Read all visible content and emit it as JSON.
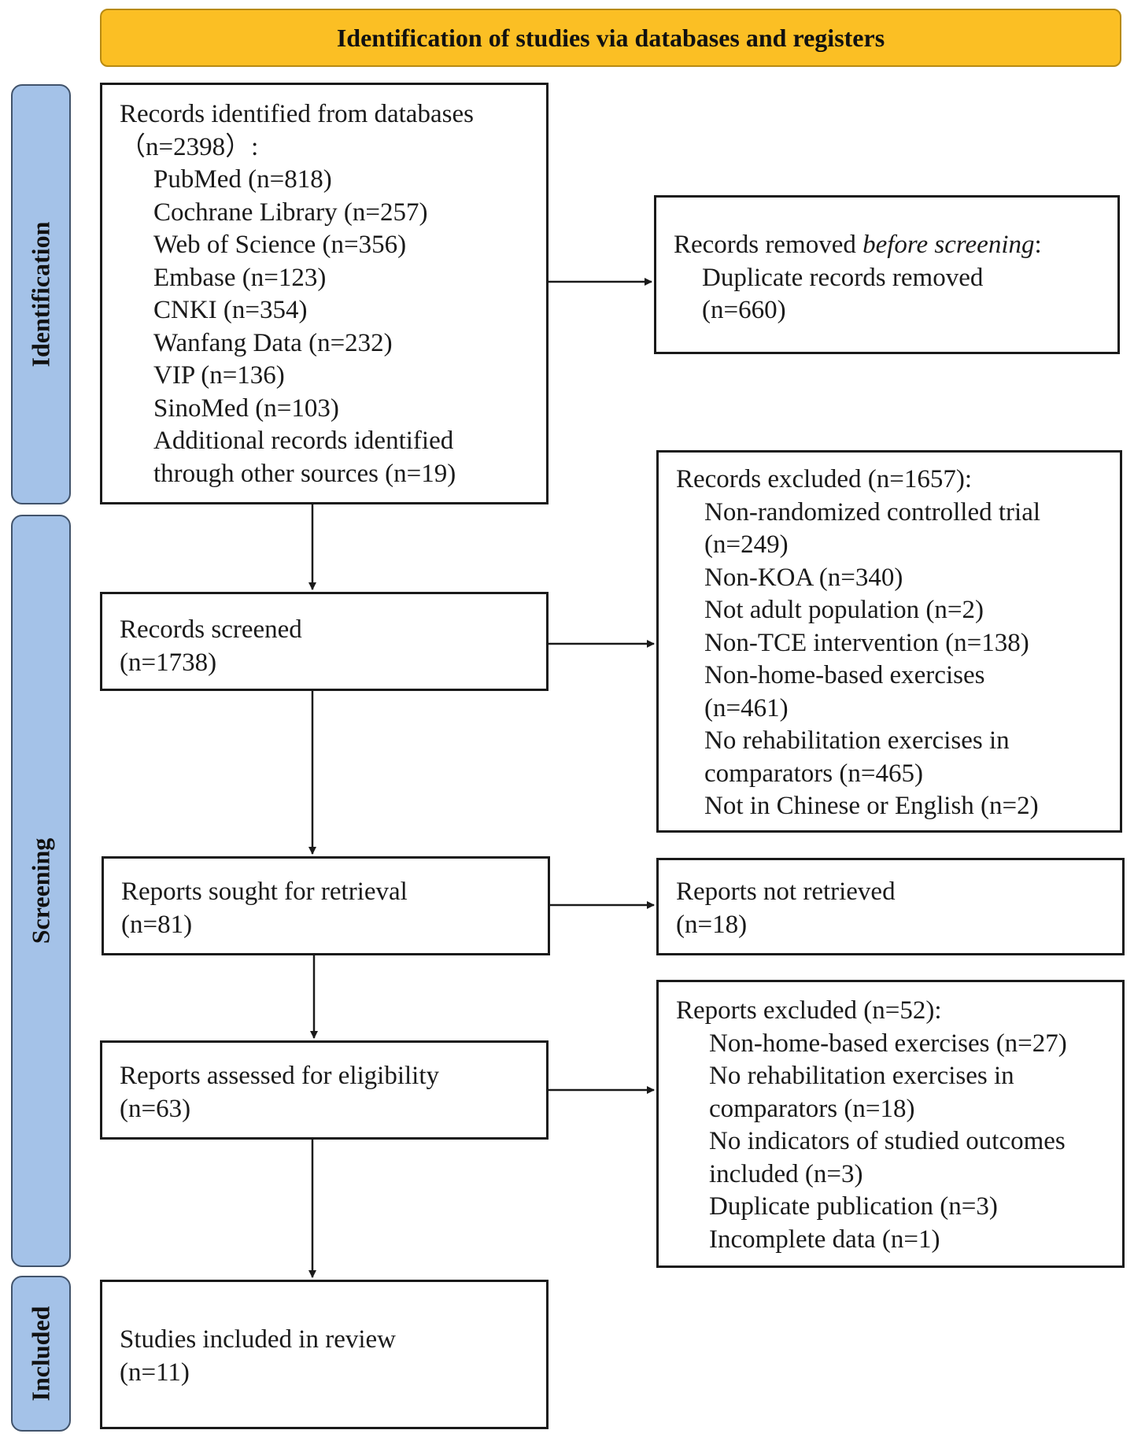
{
  "banner": "Identification of studies via databases and registers",
  "phases": {
    "identification": "Identification",
    "screening": "Screening",
    "included": "Included"
  },
  "records_identified": {
    "title": "Records identified from databases",
    "total": "（n=2398）:",
    "items": [
      "PubMed (n=818)",
      "Cochrane Library (n=257)",
      "Web of Science (n=356)",
      "Embase (n=123)",
      "CNKI (n=354)",
      "Wanfang Data (n=232)",
      "VIP (n=136)",
      "SinoMed (n=103)",
      "Additional records identified",
      "through other sources (n=19)"
    ]
  },
  "records_removed": {
    "title_prefix": "Records removed ",
    "title_emph": "before screening",
    "title_suffix": ":",
    "items": [
      "Duplicate records removed",
      "(n=660)"
    ]
  },
  "records_screened": {
    "title": "Records screened",
    "count": "(n=1738)"
  },
  "records_excluded": {
    "title": "Records excluded (n=1657):",
    "items": [
      "Non-randomized controlled trial",
      "(n=249)",
      "Non-KOA (n=340)",
      "Not adult population (n=2)",
      "Non-TCE intervention (n=138)",
      "Non-home-based exercises",
      "(n=461)",
      "No rehabilitation exercises in",
      "comparators (n=465)",
      "Not in Chinese or English (n=2)"
    ]
  },
  "reports_sought": {
    "title": "Reports sought for retrieval",
    "count": "(n=81)"
  },
  "reports_not_retrieved": {
    "title": "Reports not retrieved",
    "count": "(n=18)"
  },
  "reports_assessed": {
    "title": "Reports assessed for eligibility",
    "count": "(n=63)"
  },
  "reports_excluded": {
    "title": "Reports excluded (n=52):",
    "items": [
      "Non-home-based exercises (n=27)",
      "No rehabilitation exercises in",
      "comparators (n=18)",
      "No indicators of studied outcomes",
      "included (n=3)",
      "Duplicate publication (n=3)",
      "Incomplete data (n=1)"
    ]
  },
  "studies_included": {
    "title": "Studies included in review",
    "count": "(n=11)"
  }
}
